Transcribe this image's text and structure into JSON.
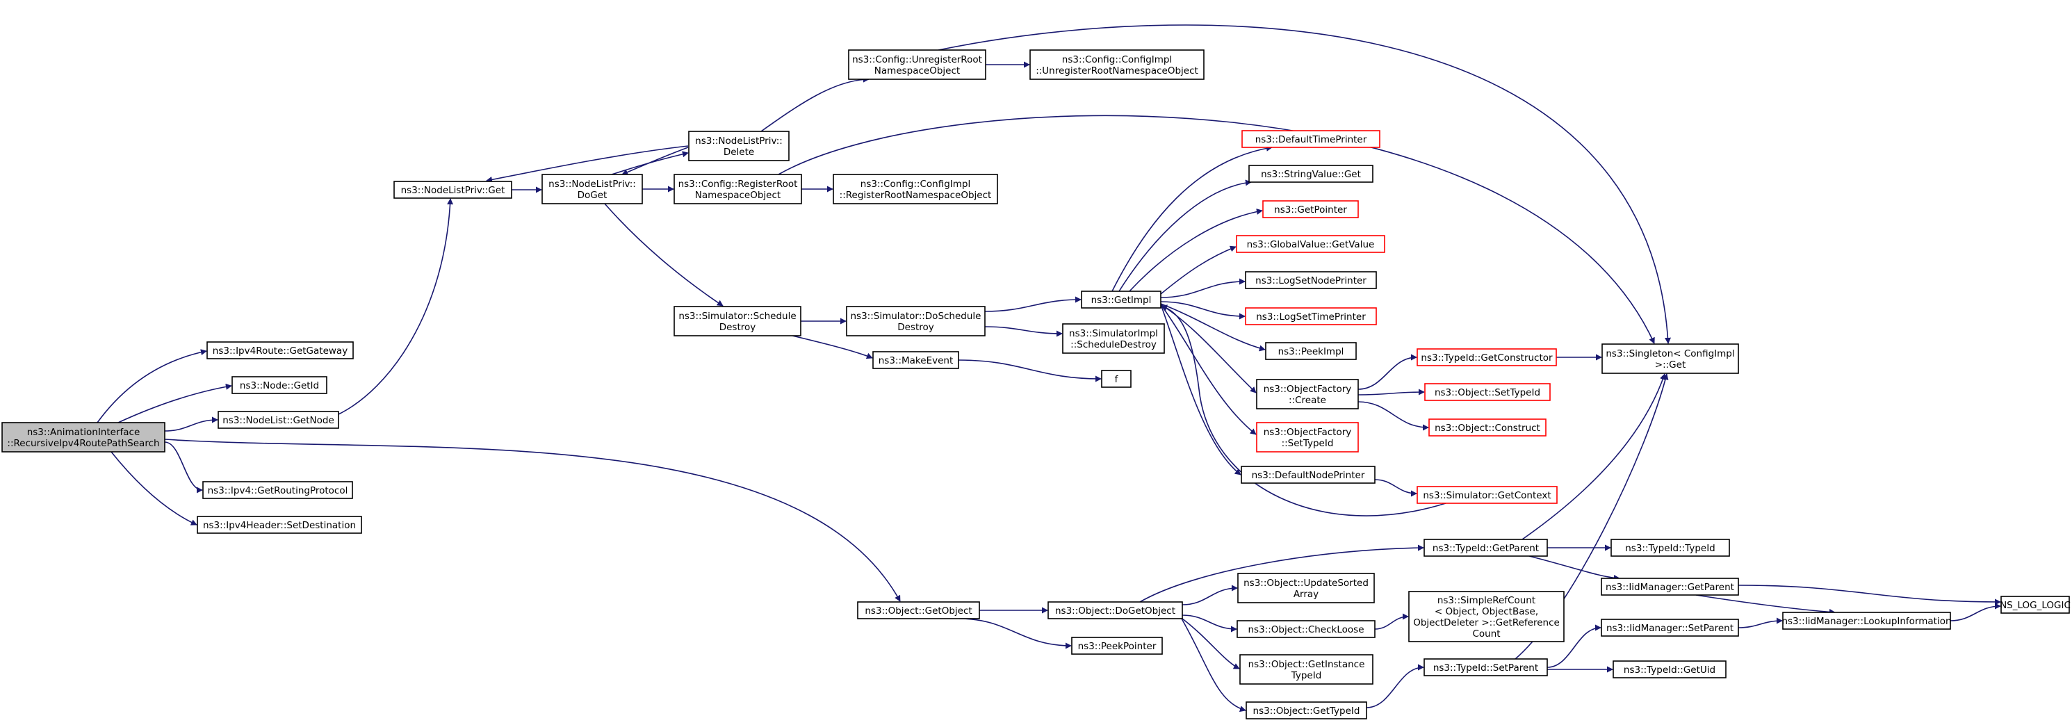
{
  "colors": {
    "edge": "#191970",
    "root_fill": "#bfbfbf",
    "highlight_border": "#ff0000",
    "border": "#000000"
  },
  "nodes": {
    "root": {
      "lines": [
        "ns3::AnimationInterface",
        "::RecursiveIpv4RoutePathSearch"
      ]
    },
    "getGateway": {
      "lines": [
        "ns3::Ipv4Route::GetGateway"
      ]
    },
    "nodeGetId": {
      "lines": [
        "ns3::Node::GetId"
      ]
    },
    "nodeListGetNode": {
      "lines": [
        "ns3::NodeList::GetNode"
      ]
    },
    "getRoutingProtocol": {
      "lines": [
        "ns3::Ipv4::GetRoutingProtocol"
      ]
    },
    "setDestination": {
      "lines": [
        "ns3::Ipv4Header::SetDestination"
      ]
    },
    "nodeListPrivGet": {
      "lines": [
        "ns3::NodeListPriv::Get"
      ]
    },
    "nodeListPrivDoGet": {
      "lines": [
        "ns3::NodeListPriv::",
        "DoGet"
      ]
    },
    "nodeListPrivDelete": {
      "lines": [
        "ns3::NodeListPriv::",
        "Delete"
      ]
    },
    "configUnregister": {
      "lines": [
        "ns3::Config::UnregisterRoot",
        "NamespaceObject"
      ]
    },
    "configImplUnregister": {
      "lines": [
        "ns3::Config::ConfigImpl",
        "::UnregisterRootNamespaceObject"
      ]
    },
    "configRegister": {
      "lines": [
        "ns3::Config::RegisterRoot",
        "NamespaceObject"
      ]
    },
    "configImplRegister": {
      "lines": [
        "ns3::Config::ConfigImpl",
        "::RegisterRootNamespaceObject"
      ]
    },
    "scheduleDestroy": {
      "lines": [
        "ns3::Simulator::Schedule",
        "Destroy"
      ]
    },
    "doScheduleDestroy": {
      "lines": [
        "ns3::Simulator::DoSchedule",
        "Destroy"
      ]
    },
    "simImplScheduleDestroy": {
      "lines": [
        "ns3::SimulatorImpl",
        "::ScheduleDestroy"
      ]
    },
    "makeEvent": {
      "lines": [
        "ns3::MakeEvent"
      ]
    },
    "f": {
      "lines": [
        "f"
      ]
    },
    "getImpl": {
      "lines": [
        "ns3::GetImpl"
      ]
    },
    "defaultTimePrinter": {
      "lines": [
        "ns3::DefaultTimePrinter"
      ]
    },
    "stringValueGet": {
      "lines": [
        "ns3::StringValue::Get"
      ]
    },
    "getPointer": {
      "lines": [
        "ns3::GetPointer"
      ]
    },
    "globalValueGetValue": {
      "lines": [
        "ns3::GlobalValue::GetValue"
      ]
    },
    "logSetNodePrinter": {
      "lines": [
        "ns3::LogSetNodePrinter"
      ]
    },
    "logSetTimePrinter": {
      "lines": [
        "ns3::LogSetTimePrinter"
      ]
    },
    "peekImpl": {
      "lines": [
        "ns3::PeekImpl"
      ]
    },
    "objectFactoryCreate": {
      "lines": [
        "ns3::ObjectFactory",
        "::Create"
      ]
    },
    "objectFactorySetTypeId": {
      "lines": [
        "ns3::ObjectFactory",
        "::SetTypeId"
      ]
    },
    "defaultNodePrinter": {
      "lines": [
        "ns3::DefaultNodePrinter"
      ]
    },
    "simulatorGetContext": {
      "lines": [
        "ns3::Simulator::GetContext"
      ]
    },
    "typeIdGetConstructor": {
      "lines": [
        "ns3::TypeId::GetConstructor"
      ]
    },
    "objectSetTypeId": {
      "lines": [
        "ns3::Object::SetTypeId"
      ]
    },
    "objectConstruct": {
      "lines": [
        "ns3::Object::Construct"
      ]
    },
    "singletonGet": {
      "lines": [
        "ns3::Singleton< ConfigImpl",
        " >::Get"
      ]
    },
    "objectGetObject": {
      "lines": [
        "ns3::Object::GetObject"
      ]
    },
    "objectDoGetObject": {
      "lines": [
        "ns3::Object::DoGetObject"
      ]
    },
    "peekPointer": {
      "lines": [
        "ns3::PeekPointer"
      ]
    },
    "typeIdGetParent": {
      "lines": [
        "ns3::TypeId::GetParent"
      ]
    },
    "typeIdTypeId": {
      "lines": [
        "ns3::TypeId::TypeId"
      ]
    },
    "updateSortedArray": {
      "lines": [
        "ns3::Object::UpdateSorted",
        "Array"
      ]
    },
    "checkLoose": {
      "lines": [
        "ns3::Object::CheckLoose"
      ]
    },
    "simpleRefCount": {
      "lines": [
        "ns3::SimpleRefCount",
        "< Object, ObjectBase,",
        " ObjectDeleter >::GetReference",
        "Count"
      ]
    },
    "getInstanceTypeId": {
      "lines": [
        "ns3::Object::GetInstance",
        "TypeId"
      ]
    },
    "objectGetTypeId": {
      "lines": [
        "ns3::Object::GetTypeId"
      ]
    },
    "typeIdSetParent": {
      "lines": [
        "ns3::TypeId::SetParent"
      ]
    },
    "iidGetParent": {
      "lines": [
        "ns3::IidManager::GetParent"
      ]
    },
    "iidSetParent": {
      "lines": [
        "ns3::IidManager::SetParent"
      ]
    },
    "iidLookup": {
      "lines": [
        "ns3::IidManager::LookupInformation"
      ]
    },
    "typeIdGetUid": {
      "lines": [
        "ns3::TypeId::GetUid"
      ]
    },
    "nsLogLogic": {
      "lines": [
        "NS_LOG_LOGIC"
      ]
    }
  }
}
